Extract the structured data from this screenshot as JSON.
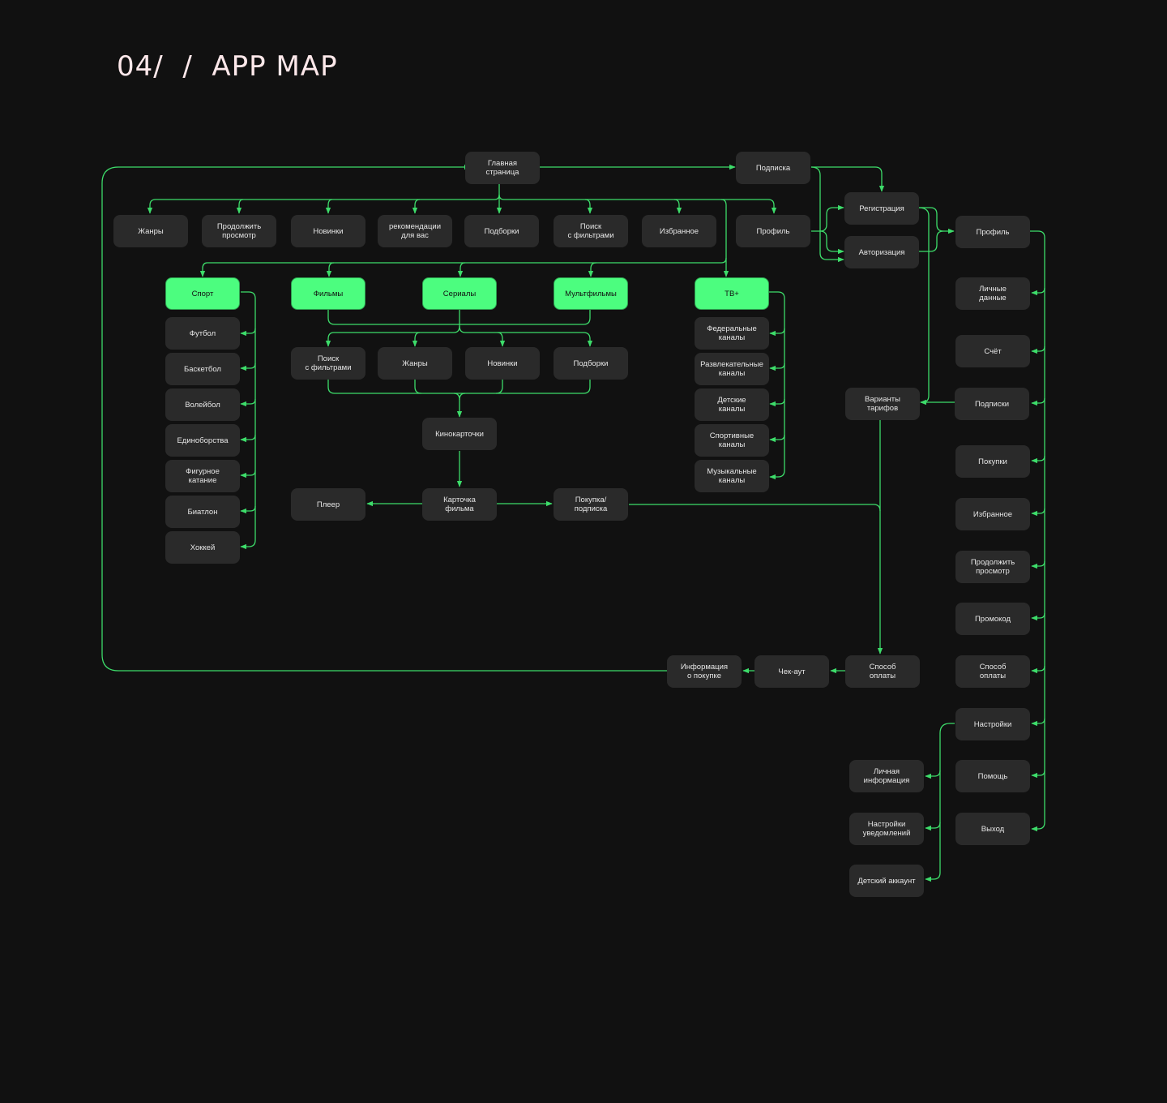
{
  "title": "04/  /  APP MAP",
  "colors": {
    "background": "#111111",
    "node": "#2a2a2a",
    "accent": "#4cfd7f",
    "line": "#3ddc6a",
    "title": "#fde8ea"
  },
  "nodes": {
    "home": "Главная\nстраница",
    "subscription": "Подписка",
    "genres": "Жанры",
    "continue": "Продолжить\nпросмотр",
    "new": "Новинки",
    "recs": "рекомендации\nдля вас",
    "collections": "Подборки",
    "search": "Поиск\nс фильтрами",
    "favorites": "Избранное",
    "profile_top": "Профиль",
    "registration": "Регистрация",
    "authorization": "Авторизация",
    "profile": "Профиль",
    "sport": "Спорт",
    "films": "Фильмы",
    "series": "Сериалы",
    "cartoons": "Мультфильмы",
    "tv": "ТВ+",
    "football": "Футбол",
    "basketball": "Баскетбол",
    "volleyball": "Волейбол",
    "martial": "Единоборства",
    "figure": "Фигурное\nкатание",
    "biathlon": "Биатлон",
    "hockey": "Хоккей",
    "c_search": "Поиск\nс фильтрами",
    "c_genres": "Жанры",
    "c_new": "Новинки",
    "c_collections": "Подборки",
    "cards": "Кинокарточки",
    "card": "Карточка\nфильма",
    "player": "Плеер",
    "purchase": "Покупка/\nподписка",
    "federal": "Федеральные\nканалы",
    "entertainment": "Развлекательные\nканалы",
    "kids": "Детские\nканалы",
    "sports_ch": "Спортивные\nканалы",
    "music": "Музыкальные\nканалы",
    "tariffs": "Варианты\nтарифов",
    "pay_method": "Способ\nоплаты",
    "checkout": "Чек-аут",
    "purchase_info": "Информация\nо покупке",
    "personal": "Личные\nданные",
    "account": "Счёт",
    "subs": "Подписки",
    "purchases": "Покупки",
    "p_favorites": "Избранное",
    "p_continue": "Продолжить\nпросмотр",
    "promo": "Промокод",
    "p_pay": "Способ\nоплаты",
    "settings": "Настройки",
    "help": "Помощь",
    "logout": "Выход",
    "personal_info": "Личная\nинформация",
    "notifications": "Настройки\nуведомлений",
    "kids_account": "Детский аккаунт"
  }
}
